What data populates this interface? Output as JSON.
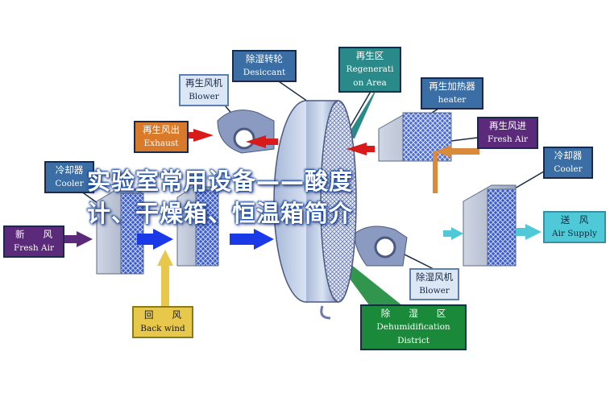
{
  "labels": {
    "desiccant_wheel": {
      "zh": "除湿转轮",
      "en": "Desiccant"
    },
    "regen_blower": {
      "zh": "再生风机",
      "en": "Blower"
    },
    "regen_area": {
      "zh": "再生区",
      "en1": "Regenerati",
      "en2": "on Area"
    },
    "regen_heater": {
      "zh": "再生加热器",
      "en": "heater"
    },
    "regen_exhaust": {
      "zh": "再生风出",
      "en": "Exhaust"
    },
    "regen_fresh_air": {
      "zh": "再生风进",
      "en": "Fresh Air"
    },
    "cooler_left": {
      "zh": "冷却器",
      "en": "Cooler"
    },
    "cooler_right": {
      "zh": "冷却器",
      "en": "Cooler"
    },
    "fresh_air": {
      "zh": "新　　风",
      "en": "Fresh Air"
    },
    "air_supply": {
      "zh": "送　风",
      "en": "Air Supply"
    },
    "dehum_blower": {
      "zh": "除湿风机",
      "en": "Blower"
    },
    "back_wind": {
      "zh": "回　　风",
      "en": "Back wind"
    },
    "dehum_district": {
      "zh": "除　　湿　　区",
      "en1": "Dehumidification",
      "en2": "District"
    }
  },
  "overlay_title": {
    "line1": "实验室常用设备——酸度",
    "line2": "计、干燥箱、恒温箱简介"
  },
  "colors": {
    "blue_label": "#3a6ea5",
    "exhaust_orange": "#d97a2a",
    "regen_purple": "#5b2a7a",
    "supply_cyan": "#4fc8d8",
    "back_yellow": "#e8c84a",
    "district_green": "#1a8a3a",
    "regen_teal": "#2a8a8a",
    "airflow_blue": "#1a3ae8",
    "exhaust_red": "#d81a1a"
  }
}
